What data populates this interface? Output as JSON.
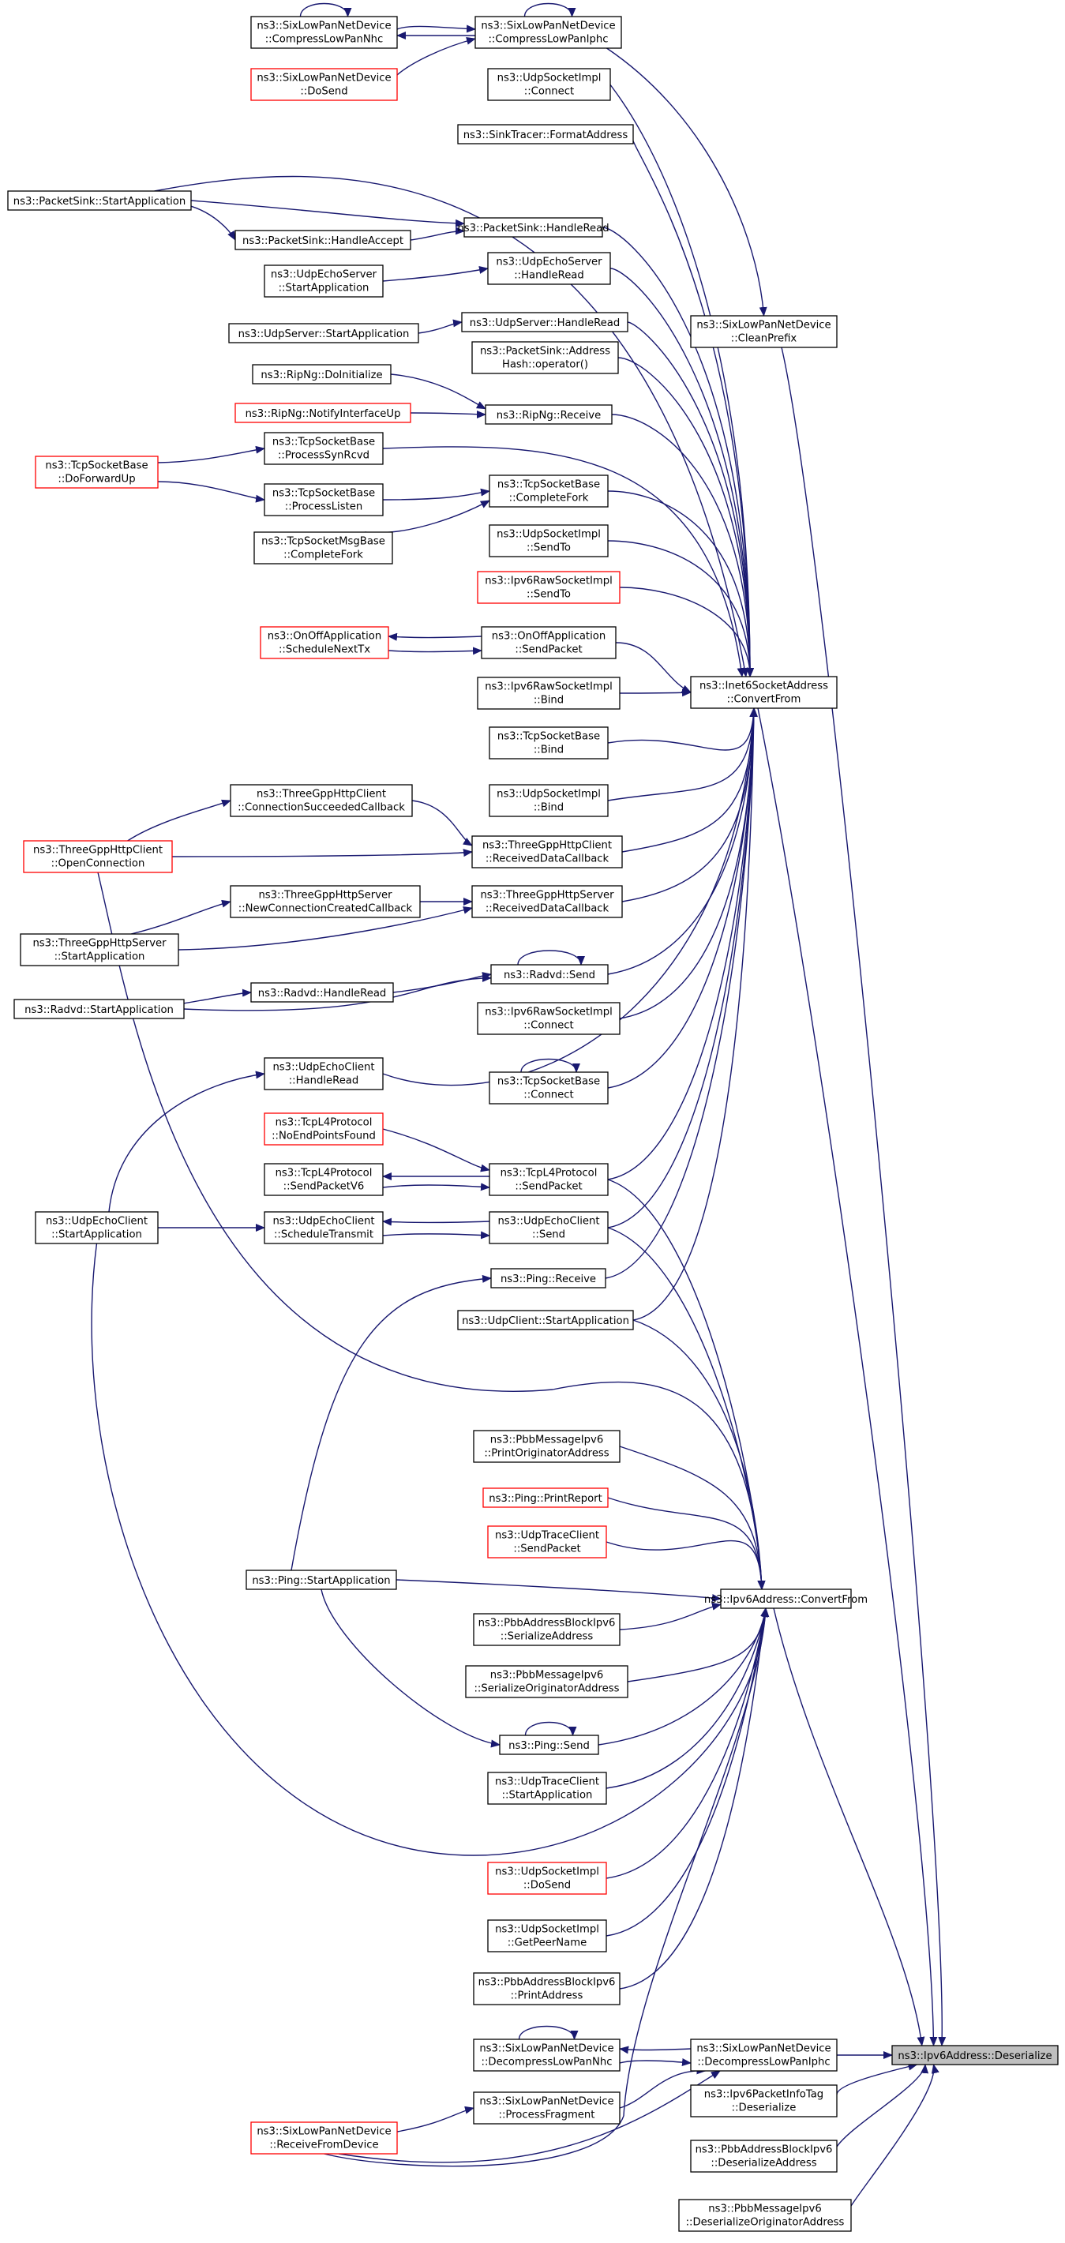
{
  "graph": {
    "title": "",
    "root": "n_deser",
    "colors": {
      "edge": "#191970",
      "normal_border": "#000000",
      "link_border": "#ff0000",
      "root_fill": "#bfbfbf"
    },
    "nodes": [
      {
        "id": "n_deser",
        "lines": [
          "ns3::Ipv6Address::Deserialize"
        ],
        "style": "root"
      },
      {
        "id": "n_cleanprefix",
        "lines": [
          "ns3::SixLowPanNetDevice",
          "::CleanPrefix"
        ],
        "style": "normal"
      },
      {
        "id": "n_inet6",
        "lines": [
          "ns3::Inet6SocketAddress",
          "::ConvertFrom"
        ],
        "style": "normal"
      },
      {
        "id": "n_ipv6conv",
        "lines": [
          "ns3::Ipv6Address::ConvertFrom"
        ],
        "style": "normal"
      },
      {
        "id": "n_decompiphc",
        "lines": [
          "ns3::SixLowPanNetDevice",
          "::DecompressLowPanIphc"
        ],
        "style": "normal"
      },
      {
        "id": "n_pkttag",
        "lines": [
          "ns3::Ipv6PacketInfoTag",
          "::Deserialize"
        ],
        "style": "normal"
      },
      {
        "id": "n_pbbdeseraddr",
        "lines": [
          "ns3::PbbAddressBlockIpv6",
          "::DeserializeAddress"
        ],
        "style": "normal"
      },
      {
        "id": "n_pbbdeserorig",
        "lines": [
          "ns3::PbbMessageIpv6",
          "::DeserializeOriginatorAddress"
        ],
        "style": "normal"
      },
      {
        "id": "n_compiphc",
        "lines": [
          "ns3::SixLowPanNetDevice",
          "::CompressLowPanIphc"
        ],
        "style": "normal"
      },
      {
        "id": "n_compnhc",
        "lines": [
          "ns3::SixLowPanNetDevice",
          "::CompressLowPanNhc"
        ],
        "style": "normal"
      },
      {
        "id": "n_dosend6lp",
        "lines": [
          "ns3::SixLowPanNetDevice",
          "::DoSend"
        ],
        "style": "link"
      },
      {
        "id": "n_udpconnect",
        "lines": [
          "ns3::UdpSocketImpl",
          "::Connect"
        ],
        "style": "normal"
      },
      {
        "id": "n_sinktracer",
        "lines": [
          "ns3::SinkTracer::FormatAddress"
        ],
        "style": "normal"
      },
      {
        "id": "n_pktsinkstart",
        "lines": [
          "ns3::PacketSink::StartApplication"
        ],
        "style": "normal"
      },
      {
        "id": "n_pktsinkaccept",
        "lines": [
          "ns3::PacketSink::HandleAccept"
        ],
        "style": "normal"
      },
      {
        "id": "n_pktsinkread",
        "lines": [
          "ns3::PacketSink::HandleRead"
        ],
        "style": "normal"
      },
      {
        "id": "n_echosrvstart",
        "lines": [
          "ns3::UdpEchoServer",
          "::StartApplication"
        ],
        "style": "normal"
      },
      {
        "id": "n_echosrvread",
        "lines": [
          "ns3::UdpEchoServer",
          "::HandleRead"
        ],
        "style": "normal"
      },
      {
        "id": "n_udpsrvstart",
        "lines": [
          "ns3::UdpServer::StartApplication"
        ],
        "style": "normal"
      },
      {
        "id": "n_udpsrvread",
        "lines": [
          "ns3::UdpServer::HandleRead"
        ],
        "style": "normal"
      },
      {
        "id": "n_addrhash",
        "lines": [
          "ns3::PacketSink::Address",
          "Hash::operator()"
        ],
        "style": "normal"
      },
      {
        "id": "n_ripinit",
        "lines": [
          "ns3::RipNg::DoInitialize"
        ],
        "style": "normal"
      },
      {
        "id": "n_ripnotify",
        "lines": [
          "ns3::RipNg::NotifyInterfaceUp"
        ],
        "style": "link"
      },
      {
        "id": "n_riprecv",
        "lines": [
          "ns3::RipNg::Receive"
        ],
        "style": "normal"
      },
      {
        "id": "n_tcpfwd",
        "lines": [
          "ns3::TcpSocketBase",
          "::DoForwardUp"
        ],
        "style": "link"
      },
      {
        "id": "n_tcpsynrcvd",
        "lines": [
          "ns3::TcpSocketBase",
          "::ProcessSynRcvd"
        ],
        "style": "normal"
      },
      {
        "id": "n_tcplisten",
        "lines": [
          "ns3::TcpSocketBase",
          "::ProcessListen"
        ],
        "style": "normal"
      },
      {
        "id": "n_tcpfork",
        "lines": [
          "ns3::TcpSocketBase",
          "::CompleteFork"
        ],
        "style": "normal"
      },
      {
        "id": "n_tcpmsgfork",
        "lines": [
          "ns3::TcpSocketMsgBase",
          "::CompleteFork"
        ],
        "style": "normal"
      },
      {
        "id": "n_udpsendto",
        "lines": [
          "ns3::UdpSocketImpl",
          "::SendTo"
        ],
        "style": "normal"
      },
      {
        "id": "n_rawsendto",
        "lines": [
          "ns3::Ipv6RawSocketImpl",
          "::SendTo"
        ],
        "style": "link"
      },
      {
        "id": "n_onoffnext",
        "lines": [
          "ns3::OnOffApplication",
          "::ScheduleNextTx"
        ],
        "style": "link"
      },
      {
        "id": "n_onoffsend",
        "lines": [
          "ns3::OnOffApplication",
          "::SendPacket"
        ],
        "style": "normal"
      },
      {
        "id": "n_rawbind",
        "lines": [
          "ns3::Ipv6RawSocketImpl",
          "::Bind"
        ],
        "style": "normal"
      },
      {
        "id": "n_tcpbind",
        "lines": [
          "ns3::TcpSocketBase",
          "::Bind"
        ],
        "style": "normal"
      },
      {
        "id": "n_udpbind",
        "lines": [
          "ns3::UdpSocketImpl",
          "::Bind"
        ],
        "style": "normal"
      },
      {
        "id": "n_httpopen",
        "lines": [
          "ns3::ThreeGppHttpClient",
          "::OpenConnection"
        ],
        "style": "link"
      },
      {
        "id": "n_httpconnsucc",
        "lines": [
          "ns3::ThreeGppHttpClient",
          "::ConnectionSucceededCallback"
        ],
        "style": "normal"
      },
      {
        "id": "n_httpclirecv",
        "lines": [
          "ns3::ThreeGppHttpClient",
          "::ReceivedDataCallback"
        ],
        "style": "normal"
      },
      {
        "id": "n_httpsrvstart",
        "lines": [
          "ns3::ThreeGppHttpServer",
          "::StartApplication"
        ],
        "style": "normal"
      },
      {
        "id": "n_httpsrvnewconn",
        "lines": [
          "ns3::ThreeGppHttpServer",
          "::NewConnectionCreatedCallback"
        ],
        "style": "normal"
      },
      {
        "id": "n_httpsrvrecv",
        "lines": [
          "ns3::ThreeGppHttpServer",
          "::ReceivedDataCallback"
        ],
        "style": "normal"
      },
      {
        "id": "n_radvdstart",
        "lines": [
          "ns3::Radvd::StartApplication"
        ],
        "style": "normal"
      },
      {
        "id": "n_radvdread",
        "lines": [
          "ns3::Radvd::HandleRead"
        ],
        "style": "normal"
      },
      {
        "id": "n_radvdsend",
        "lines": [
          "ns3::Radvd::Send"
        ],
        "style": "normal"
      },
      {
        "id": "n_rawconnect",
        "lines": [
          "ns3::Ipv6RawSocketImpl",
          "::Connect"
        ],
        "style": "normal"
      },
      {
        "id": "n_echocliread",
        "lines": [
          "ns3::UdpEchoClient",
          "::HandleRead"
        ],
        "style": "normal"
      },
      {
        "id": "n_tcpconnect",
        "lines": [
          "ns3::TcpSocketBase",
          "::Connect"
        ],
        "style": "normal"
      },
      {
        "id": "n_tcpnoend",
        "lines": [
          "ns3::TcpL4Protocol",
          "::NoEndPointsFound"
        ],
        "style": "link"
      },
      {
        "id": "n_tcpsendv6",
        "lines": [
          "ns3::TcpL4Protocol",
          "::SendPacketV6"
        ],
        "style": "normal"
      },
      {
        "id": "n_tcpl4send",
        "lines": [
          "ns3::TcpL4Protocol",
          "::SendPacket"
        ],
        "style": "normal"
      },
      {
        "id": "n_echoclistart",
        "lines": [
          "ns3::UdpEchoClient",
          "::StartApplication"
        ],
        "style": "normal"
      },
      {
        "id": "n_echoclisched",
        "lines": [
          "ns3::UdpEchoClient",
          "::ScheduleTransmit"
        ],
        "style": "normal"
      },
      {
        "id": "n_echoclisend",
        "lines": [
          "ns3::UdpEchoClient",
          "::Send"
        ],
        "style": "normal"
      },
      {
        "id": "n_pingrecv",
        "lines": [
          "ns3::Ping::Receive"
        ],
        "style": "normal"
      },
      {
        "id": "n_udpclistart",
        "lines": [
          "ns3::UdpClient::StartApplication"
        ],
        "style": "normal"
      },
      {
        "id": "n_pbbprintorig",
        "lines": [
          "ns3::PbbMessageIpv6",
          "::PrintOriginatorAddress"
        ],
        "style": "normal"
      },
      {
        "id": "n_pingreport",
        "lines": [
          "ns3::Ping::PrintReport"
        ],
        "style": "link"
      },
      {
        "id": "n_tracesend",
        "lines": [
          "ns3::UdpTraceClient",
          "::SendPacket"
        ],
        "style": "link"
      },
      {
        "id": "n_pingstart",
        "lines": [
          "ns3::Ping::StartApplication"
        ],
        "style": "normal"
      },
      {
        "id": "n_pbbseraddr",
        "lines": [
          "ns3::PbbAddressBlockIpv6",
          "::SerializeAddress"
        ],
        "style": "normal"
      },
      {
        "id": "n_pbbserorig",
        "lines": [
          "ns3::PbbMessageIpv6",
          "::SerializeOriginatorAddress"
        ],
        "style": "normal"
      },
      {
        "id": "n_pingsend",
        "lines": [
          "ns3::Ping::Send"
        ],
        "style": "normal"
      },
      {
        "id": "n_tracestart",
        "lines": [
          "ns3::UdpTraceClient",
          "::StartApplication"
        ],
        "style": "normal"
      },
      {
        "id": "n_udpdosend",
        "lines": [
          "ns3::UdpSocketImpl",
          "::DoSend"
        ],
        "style": "link"
      },
      {
        "id": "n_udppeer",
        "lines": [
          "ns3::UdpSocketImpl",
          "::GetPeerName"
        ],
        "style": "normal"
      },
      {
        "id": "n_pbbprintaddr",
        "lines": [
          "ns3::PbbAddressBlockIpv6",
          "::PrintAddress"
        ],
        "style": "normal"
      },
      {
        "id": "n_decompnhc",
        "lines": [
          "ns3::SixLowPanNetDevice",
          "::DecompressLowPanNhc"
        ],
        "style": "normal"
      },
      {
        "id": "n_procfrag",
        "lines": [
          "ns3::SixLowPanNetDevice",
          "::ProcessFragment"
        ],
        "style": "normal"
      },
      {
        "id": "n_recvfromdev",
        "lines": [
          "ns3::SixLowPanNetDevice",
          "::ReceiveFromDevice"
        ],
        "style": "link"
      }
    ]
  }
}
